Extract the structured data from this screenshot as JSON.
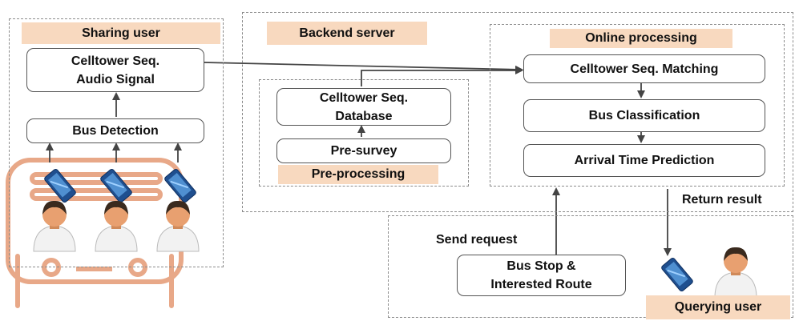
{
  "regions": {
    "sharing_user": "Sharing user",
    "backend_server": "Backend server",
    "online_processing": "Online processing",
    "pre_processing": "Pre-processing",
    "querying_user": "Querying user"
  },
  "nodes": {
    "celltower_audio": [
      "Celltower Seq.",
      "Audio Signal"
    ],
    "bus_detection": "Bus Detection",
    "celltower_db": [
      "Celltower Seq.",
      "Database"
    ],
    "pre_survey": "Pre-survey",
    "seq_matching": "Celltower Seq. Matching",
    "bus_classification": "Bus Classification",
    "arrival_prediction": "Arrival Time Prediction",
    "bus_stop_route": [
      "Bus Stop &",
      "Interested Route"
    ]
  },
  "edge_labels": {
    "return_result": "Return result",
    "send_request": "Send request"
  },
  "colors": {
    "tag_fill": "#f8d9bf",
    "bus_outline": "#e8a888",
    "phone": "#1f4f8f",
    "skin": "#e8a070",
    "hair": "#3a2a1e",
    "shirt": "#f2f2f2"
  }
}
